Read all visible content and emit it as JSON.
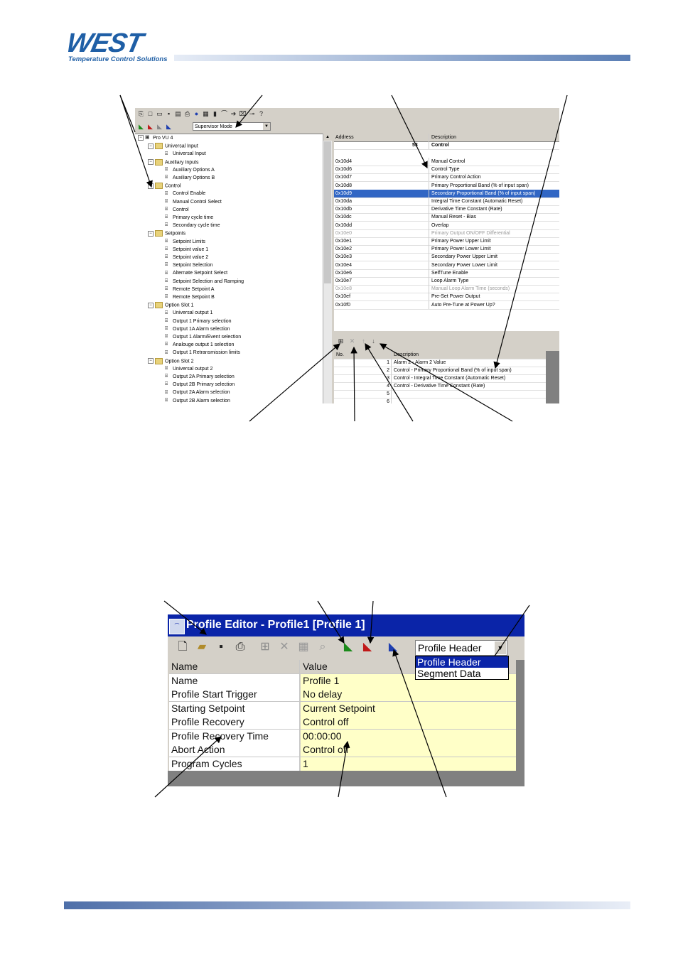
{
  "brand": {
    "name": "WEST",
    "tagline": "Temperature Control Solutions",
    "color": "#1f5fa6"
  },
  "config_editor": {
    "mode_select": "Supervisor Mode",
    "tree": [
      {
        "label": "Pro VU 4",
        "kind": "root"
      },
      {
        "label": "Universal Input",
        "kind": "folder"
      },
      {
        "label": "Universal Input",
        "kind": "leaf"
      },
      {
        "label": "Auxiliary Inputs",
        "kind": "folder"
      },
      {
        "label": "Auxiliary Options A",
        "kind": "leaf"
      },
      {
        "label": "Auxiliary Options B",
        "kind": "leaf"
      },
      {
        "label": "Control",
        "kind": "folder"
      },
      {
        "label": "Control Enable",
        "kind": "leaf"
      },
      {
        "label": "Manual Control Select",
        "kind": "leaf"
      },
      {
        "label": "Control",
        "kind": "leaf"
      },
      {
        "label": "Primary cycle time",
        "kind": "leaf"
      },
      {
        "label": "Secondary cycle time",
        "kind": "leaf"
      },
      {
        "label": "Setpoints",
        "kind": "folder"
      },
      {
        "label": "Setpoint Limits",
        "kind": "leaf"
      },
      {
        "label": "Setpoint value 1",
        "kind": "leaf"
      },
      {
        "label": "Setpoint value 2",
        "kind": "leaf"
      },
      {
        "label": "Setpoint Selection",
        "kind": "leaf"
      },
      {
        "label": "Alternate Setpoint Select",
        "kind": "leaf"
      },
      {
        "label": "Setpoint Selection and Ramping",
        "kind": "leaf"
      },
      {
        "label": "Remote Setpoint A",
        "kind": "leaf"
      },
      {
        "label": "Remote Setpoint B",
        "kind": "leaf"
      },
      {
        "label": "Option Slot 1",
        "kind": "folder"
      },
      {
        "label": "Universal output 1",
        "kind": "leaf"
      },
      {
        "label": "Output 1 Primary selection",
        "kind": "leaf"
      },
      {
        "label": "Output 1A Alarm selection",
        "kind": "leaf"
      },
      {
        "label": "Output 1 Alarm/Event selection",
        "kind": "leaf"
      },
      {
        "label": "Analouge output 1 selection",
        "kind": "leaf"
      },
      {
        "label": "Output 1 Retransmission limits",
        "kind": "leaf"
      },
      {
        "label": "Option Slot 2",
        "kind": "folder"
      },
      {
        "label": "Universal output 2",
        "kind": "leaf"
      },
      {
        "label": "Output 2A Primary selection",
        "kind": "leaf"
      },
      {
        "label": "Output 2B Primary selection",
        "kind": "leaf"
      },
      {
        "label": "Output 2A Alarm selection",
        "kind": "leaf"
      },
      {
        "label": "Output 2B Alarm selection",
        "kind": "leaf"
      }
    ],
    "grid_headers": {
      "address": "Address",
      "description": "Description"
    },
    "group_row": {
      "number": "53",
      "label": "Control"
    },
    "rows": [
      {
        "addr": "0x10d4",
        "desc": "Manual Control",
        "state": ""
      },
      {
        "addr": "0x10d6",
        "desc": "Control Type",
        "state": ""
      },
      {
        "addr": "0x10d7",
        "desc": "Primary Control Action",
        "state": ""
      },
      {
        "addr": "0x10d8",
        "desc": "Primary Proportional Band (% of input span)",
        "state": ""
      },
      {
        "addr": "0x10d9",
        "desc": "Secondary Proportional Band (% of input span)",
        "state": "selected"
      },
      {
        "addr": "0x10da",
        "desc": "Integral Time Constant (Automatic Reset)",
        "state": ""
      },
      {
        "addr": "0x10db",
        "desc": "Derivative Time Constant (Rate)",
        "state": ""
      },
      {
        "addr": "0x10dc",
        "desc": "Manual Reset - Bias",
        "state": ""
      },
      {
        "addr": "0x10dd",
        "desc": "Overlap",
        "state": ""
      },
      {
        "addr": "0x10e0",
        "desc": "Primary Output ON/OFF Differential",
        "state": "disabled"
      },
      {
        "addr": "0x10e1",
        "desc": "Primary Power Upper Limit",
        "state": ""
      },
      {
        "addr": "0x10e2",
        "desc": "Primary Power Lower Limit",
        "state": ""
      },
      {
        "addr": "0x10e3",
        "desc": "Secondary Power Upper Limit",
        "state": ""
      },
      {
        "addr": "0x10e4",
        "desc": "Secondary Power Lower Limit",
        "state": ""
      },
      {
        "addr": "0x10e6",
        "desc": "SelfTune Enable",
        "state": ""
      },
      {
        "addr": "0x10e7",
        "desc": "Loop Alarm Type",
        "state": ""
      },
      {
        "addr": "0x10e8",
        "desc": "Manual Loop Alarm Time (seconds)",
        "state": "disabled"
      },
      {
        "addr": "0x10ef",
        "desc": "Pre-Set Power Output",
        "state": ""
      },
      {
        "addr": "0x10f0",
        "desc": "Auto Pre-Tune at Power Up?",
        "state": ""
      }
    ],
    "list_headers": {
      "no": "No.",
      "description": "Description"
    },
    "list_rows": [
      {
        "no": "1",
        "desc": "Alarm 2 - Alarm 2 Value"
      },
      {
        "no": "2",
        "desc": "Control - Primary Proportional Band (% of input span)"
      },
      {
        "no": "3",
        "desc": "Control - Integral Time Constant (Automatic Reset)"
      },
      {
        "no": "4",
        "desc": "Control - Derivative Time Constant (Rate)"
      },
      {
        "no": "5",
        "desc": ""
      },
      {
        "no": "6",
        "desc": ""
      }
    ]
  },
  "profile_editor": {
    "title": "Profile Editor - Profile1 [Profile 1]",
    "view_select": "Profile Header",
    "view_options": [
      "Profile Header",
      "Segment Data"
    ],
    "headers": {
      "name": "Name",
      "value": "Value"
    },
    "rows": [
      {
        "name": "Name",
        "value": "Profile 1"
      },
      {
        "name": "Profile Start Trigger",
        "value": "No delay"
      },
      {
        "name": "Starting Setpoint",
        "value": "Current Setpoint"
      },
      {
        "name": "Profile Recovery",
        "value": "Control off"
      },
      {
        "name": "Profile Recovery Time",
        "value": "00:00:00"
      },
      {
        "name": "Abort Action",
        "value": "Control off"
      },
      {
        "name": "Program Cycles",
        "value": "1"
      }
    ]
  }
}
